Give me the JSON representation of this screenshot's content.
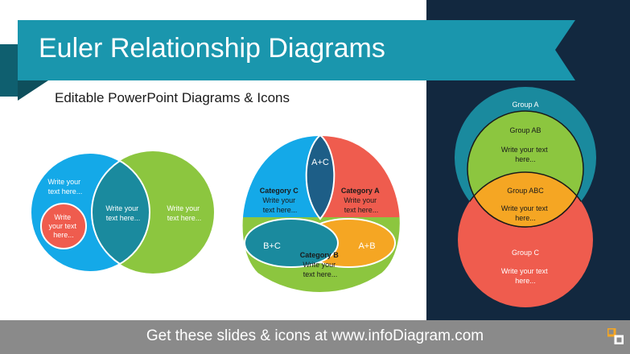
{
  "header": {
    "title": "Euler Relationship Diagrams",
    "subtitle": "Editable PowerPoint Diagrams & Icons"
  },
  "colors": {
    "blue": "#14a9e8",
    "green": "#8cc63f",
    "red": "#ef5c4e",
    "navy": "#1d5e87",
    "teal": "#1a8a9e",
    "orange": "#f5a623",
    "dark_bg": "#12283f",
    "banner": "#1a96ad",
    "footer": "#8a8a8a"
  },
  "diagram1": {
    "outer_left_label": [
      "Write your",
      "text here..."
    ],
    "inner_small_label": [
      "Write",
      "your text",
      "here..."
    ],
    "intersection_label": [
      "Write your",
      "text here..."
    ],
    "right_label": [
      "Write your",
      "text here..."
    ]
  },
  "diagram2": {
    "ac_label": "A+C",
    "ab_label": "A+B",
    "bc_label": "B+C",
    "category_a": {
      "title": "Category A",
      "text": [
        "Write your",
        "text here..."
      ]
    },
    "category_b": {
      "title": "Category B",
      "text": [
        "Write your",
        "text here..."
      ]
    },
    "category_c": {
      "title": "Category C",
      "text": [
        "Write your",
        "text here..."
      ]
    }
  },
  "diagram3": {
    "group_a": "Group A",
    "group_ab": "Group AB",
    "group_ab_text": [
      "Write your text",
      "here..."
    ],
    "group_abc": "Group ABC",
    "group_abc_text": [
      "Write your text",
      "here..."
    ],
    "group_c": "Group C",
    "group_c_text": [
      "Write your text",
      "here..."
    ]
  },
  "footer": {
    "text": "Get these slides & icons at www.infoDiagram.com"
  }
}
